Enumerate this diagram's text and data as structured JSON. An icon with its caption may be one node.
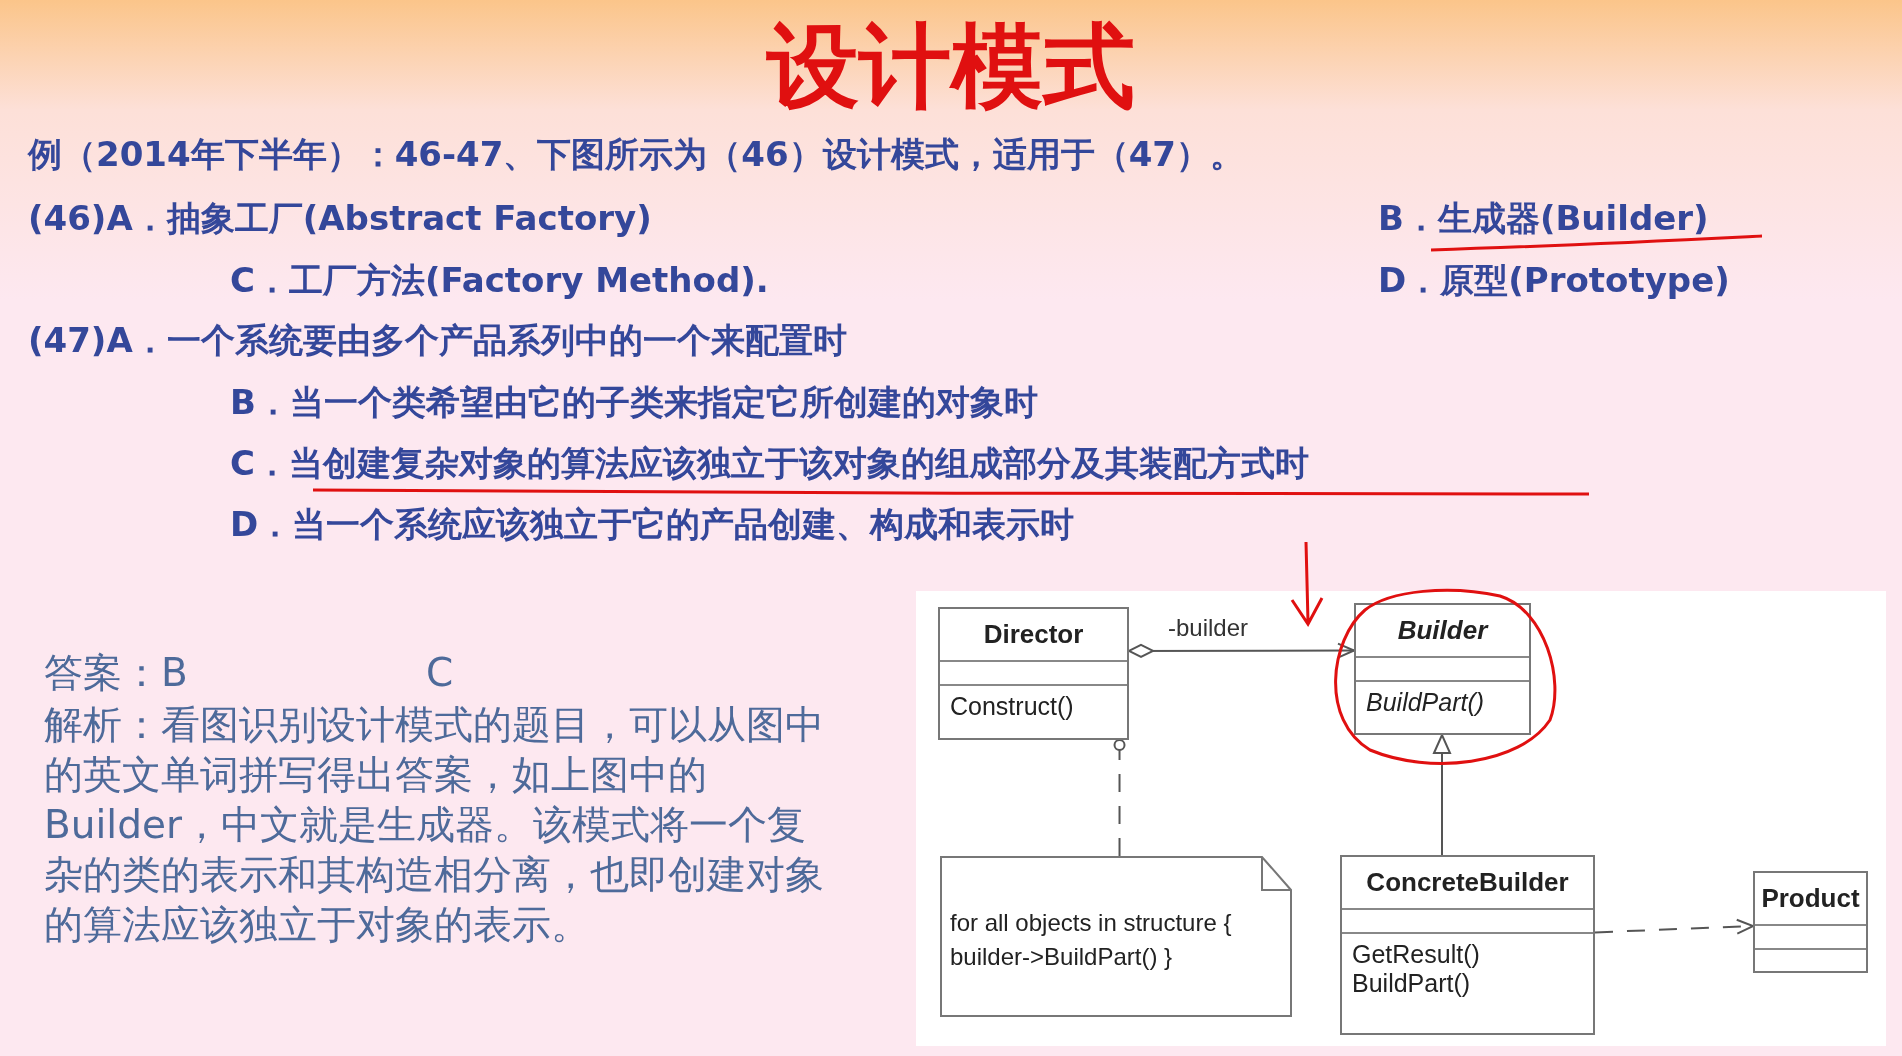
{
  "diagram": {
    "title": "设计模式",
    "nodes": [
      {
        "text": [
          "Director",
          "Construct()"
        ]
      },
      {
        "text": [
          "Builder",
          "BuildPart()"
        ]
      },
      {
        "text": [
          "ConcreteBuilder",
          "GetResult() BuildPart()"
        ]
      },
      {
        "text": [
          "Product"
        ]
      },
      {
        "text": [
          "for all objects in structure { builder->BuildPart() }"
        ]
      }
    ],
    "edges": [
      {
        "from": 0,
        "to": 1,
        "arrow": "to",
        "label": "-builder"
      },
      {
        "from": 2,
        "to": 1,
        "arrow": "to"
      },
      {
        "from": 2,
        "to": 3,
        "arrow": "to",
        "style": "dashed"
      },
      {
        "from": 4,
        "to": 0,
        "arrow": "other",
        "style": "dashed"
      }
    ],
    "labels": [
      "例（2014年下半年）：46-47、下图所示为（46）设计模式，适用于（47）。",
      "(46)A．抽象工厂(Abstract Factory)",
      "B．生成器(Builder)",
      "C．工厂方法(Factory Method).",
      "D．原型(Prototype)",
      "(47)A．一个系统要由多个产品系列中的一个来配置时",
      "B．当一个类希望由它的子类来指定它所创建的对象时",
      "C．当创建复杂对象的算法应该独立于该对象的组成部分及其装配方式时",
      "D．当一个系统应该独立于它的产品创建、构成和表示时",
      "答案：B",
      "C",
      "解析：看图识别设计模式的题目，可以从图中的英文单词拼写得出答案，如上图中的Builder，中文就是生成器。该模式将一个复杂的类的表示和其构造相分离，也即创建对象的算法应该独立于对象的表示。"
    ]
  }
}
